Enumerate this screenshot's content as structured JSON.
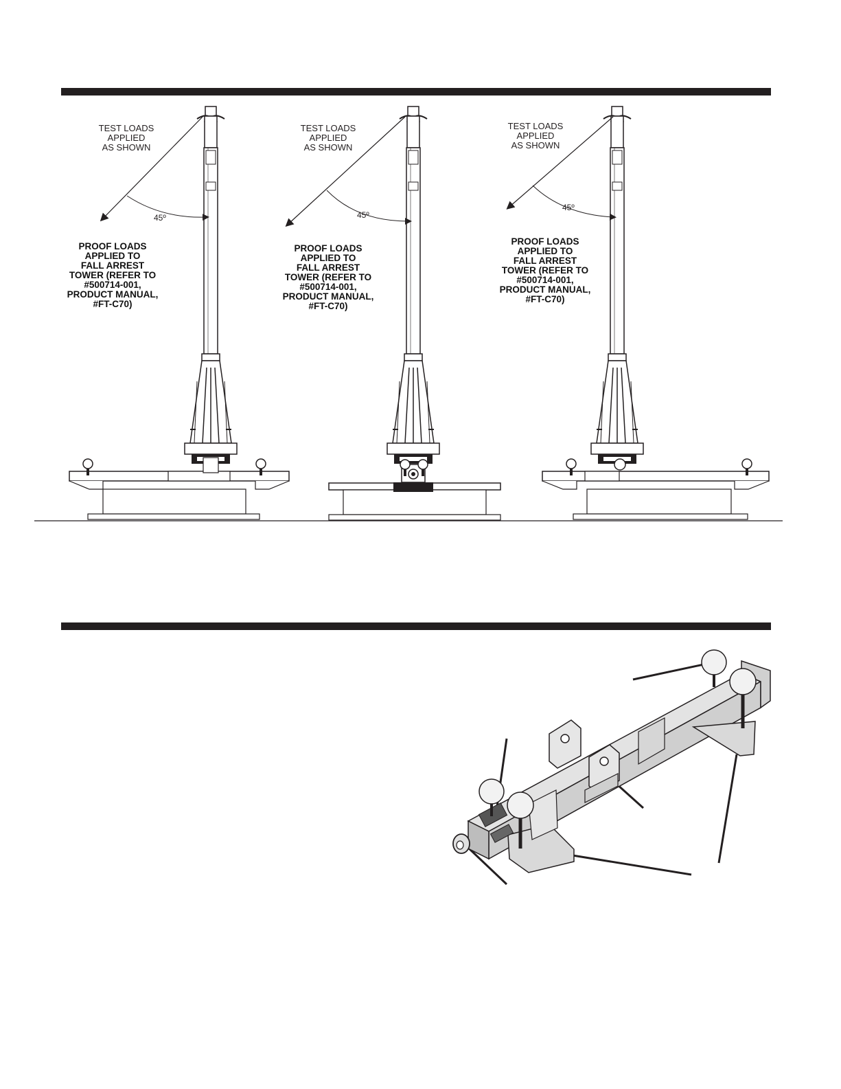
{
  "figure1": {
    "towers": [
      {
        "test_label": "TEST LOADS\nAPPLIED\nAS SHOWN",
        "angle": "45º",
        "proof_label": "PROOF LOADS\nAPPLIED TO\nFALL ARREST\nTOWER (REFER TO\n#500714-001,\nPRODUCT MANUAL,\n#FT-C70)"
      },
      {
        "test_label": "TEST LOADS\nAPPLIED\nAS SHOWN",
        "angle": "45º",
        "proof_label": "PROOF LOADS\nAPPLIED TO\nFALL ARREST\nTOWER (REFER TO\n#500714-001,\nPRODUCT MANUAL,\n#FT-C70)"
      },
      {
        "test_label": "TEST LOADS\nAPPLIED\nAS SHOWN",
        "angle": "45º",
        "proof_label": "PROOF LOADS\nAPPLIED TO\nFALL ARREST\nTOWER (REFER TO\n#500714-001,\nPRODUCT MANUAL,\n#FT-C70)"
      }
    ]
  },
  "colors": {
    "ink": "#231f20",
    "paper": "#ffffff",
    "metal": "#d9d9d9"
  }
}
